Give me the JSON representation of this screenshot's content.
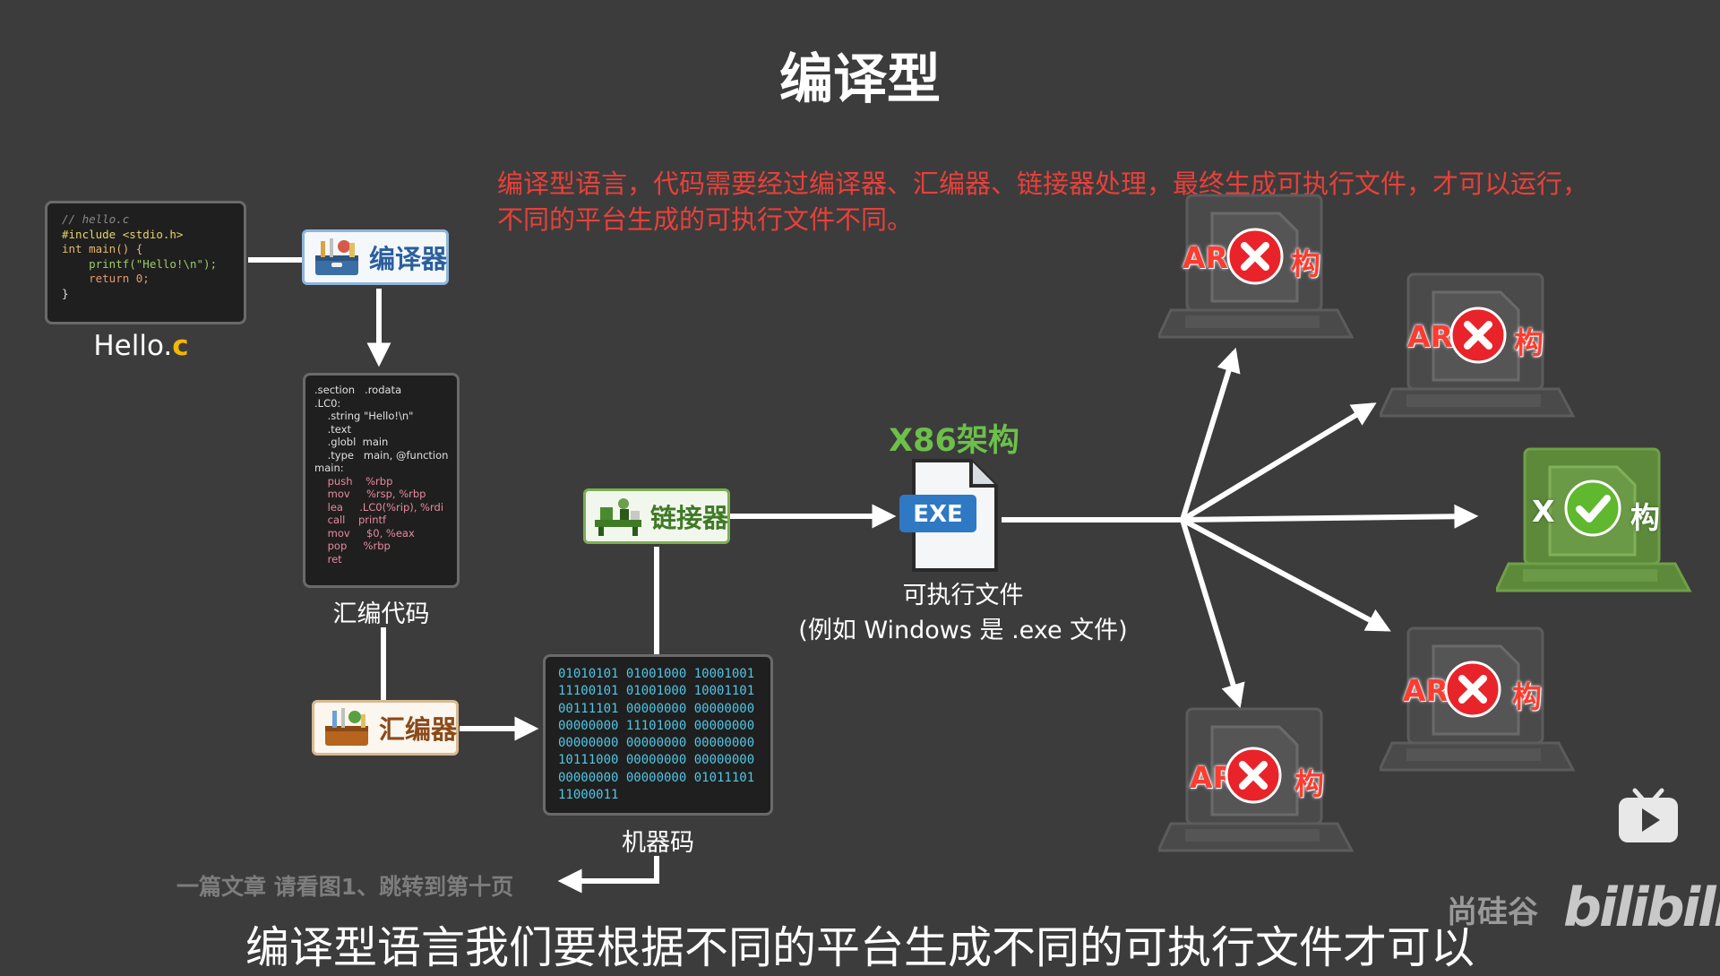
{
  "title": "编译型",
  "description": {
    "line1": "编译型语言，代码需要经过编译器、汇编器、链接器处理，最终生成可执行文件，才可以运行，",
    "line2": "不同的平台生成的可执行文件不同。"
  },
  "source_file": {
    "code_lines": [
      "// hello.c",
      "#include <stdio.h>",
      "",
      "int main() {",
      "    printf(\"Hello!\\n\");",
      "    return 0;",
      "}"
    ],
    "name": "Hello.",
    "ext": "c"
  },
  "tools": {
    "compiler": "编译器",
    "assembler": "汇编器",
    "linker": "链接器"
  },
  "assembly": {
    "caption": "汇编代码",
    "lines": [
      ".section   .rodata",
      ".LC0:",
      "    .string \"Hello!\\n\"",
      "",
      "    .text",
      "    .globl  main",
      "    .type   main, @function",
      "main:",
      "    push    %rbp",
      "    mov     %rsp, %rbp",
      "    lea     .LC0(%rip), %rdi",
      "    call    printf",
      "    mov     $0, %eax",
      "    pop     %rbp",
      "    ret"
    ]
  },
  "machine_code": {
    "caption": "机器码",
    "lines": [
      "01010101 01001000 10001001",
      "11100101 01001000 10001101",
      "00111101 00000000 00000000",
      "00000000 11101000 00000000",
      "00000000 00000000 00000000",
      "10111000 00000000 00000000",
      "00000000 00000000 01011101",
      "11000011"
    ]
  },
  "executable": {
    "arch_label": "X86架构",
    "icon_text": "EXE",
    "caption_line1": "可执行文件",
    "caption_line2": "(例如 Windows 是 .exe 文件)"
  },
  "targets": [
    {
      "label_left": "AR",
      "label_right": "构",
      "status": "fail"
    },
    {
      "label_left": "AR",
      "label_right": "构",
      "status": "fail"
    },
    {
      "label_left": "X",
      "label_right": "构",
      "status": "ok"
    },
    {
      "label_left": "AR",
      "label_right": "构",
      "status": "fail"
    },
    {
      "label_left": "AR",
      "label_right": "构",
      "status": "fail"
    }
  ],
  "breadcrumb": "一篇文章  请看图1、跳转到第十页",
  "subtitle": "编译型语言我们要根据不同的平台生成不同的可执行文件才可以",
  "watermark": "尚硅谷",
  "logo": "bilibili",
  "colors": {
    "background": "#3c3c3c",
    "description": "#e8403a",
    "arch_green": "#6cc04a",
    "source_ext": "#f2b705",
    "machine_code": "#4fc6e6",
    "fail_red": "#e8242a",
    "ok_green": "#5fb82e"
  }
}
